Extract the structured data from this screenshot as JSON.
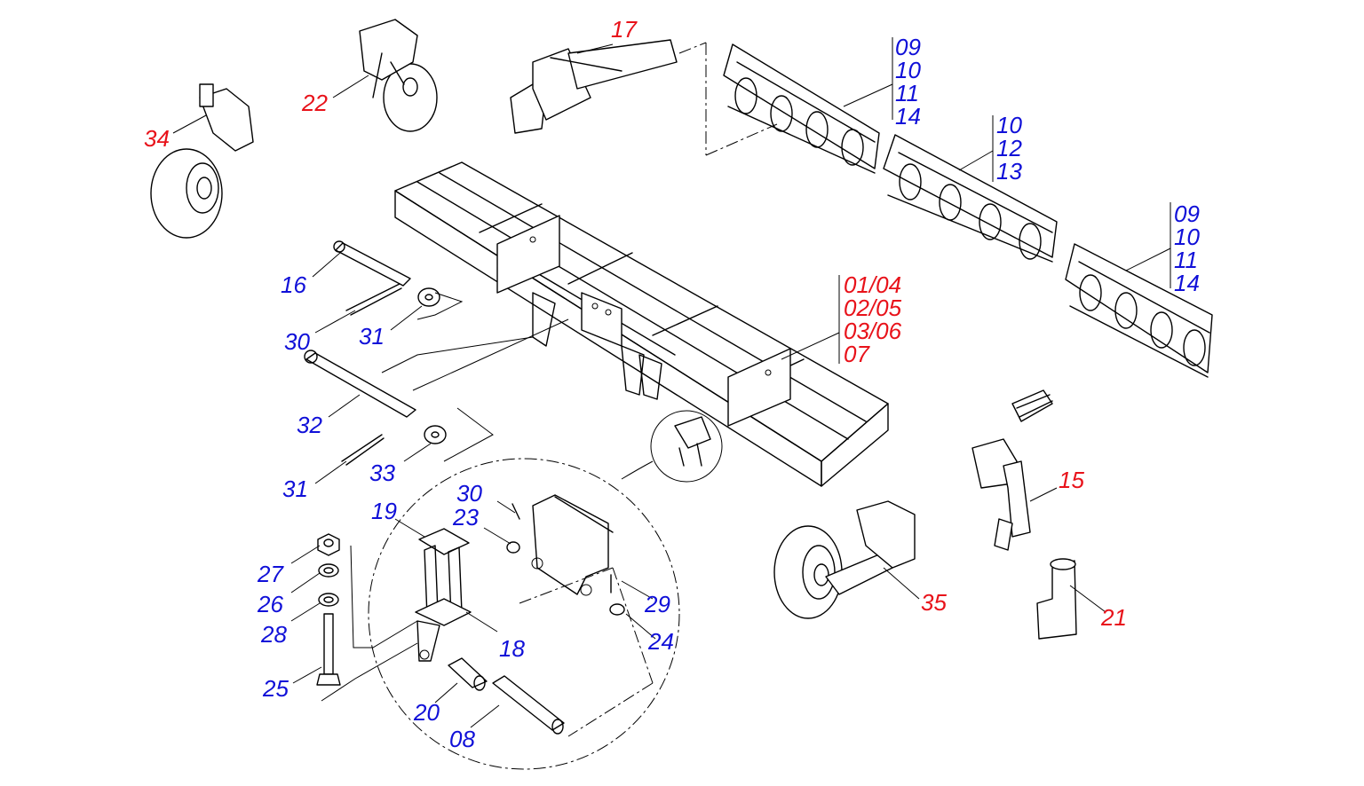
{
  "colors": {
    "assembly": "#e8121a",
    "part": "#1010d8",
    "line": "#000000"
  },
  "labels": {
    "l34": "34",
    "l22": "22",
    "l17": "17",
    "r1a": "09",
    "r1b": "10",
    "r1c": "11",
    "r1d": "14",
    "r2a": "10",
    "r2b": "12",
    "r2c": "13",
    "r3a": "09",
    "r3b": "10",
    "r3c": "11",
    "r3d": "14",
    "f1": "01/04",
    "f2": "02/05",
    "f3": "03/06",
    "f4": "07",
    "l16": "16",
    "l30a": "30",
    "l31a": "31",
    "l32": "32",
    "l33": "33",
    "l31b": "31",
    "l15": "15",
    "l35": "35",
    "l21": "21",
    "l19": "19",
    "l30b": "30",
    "l23": "23",
    "l27": "27",
    "l26": "26",
    "l28": "28",
    "l29": "29",
    "l18": "18",
    "l24": "24",
    "l25": "25",
    "l20": "20",
    "l08": "08"
  }
}
